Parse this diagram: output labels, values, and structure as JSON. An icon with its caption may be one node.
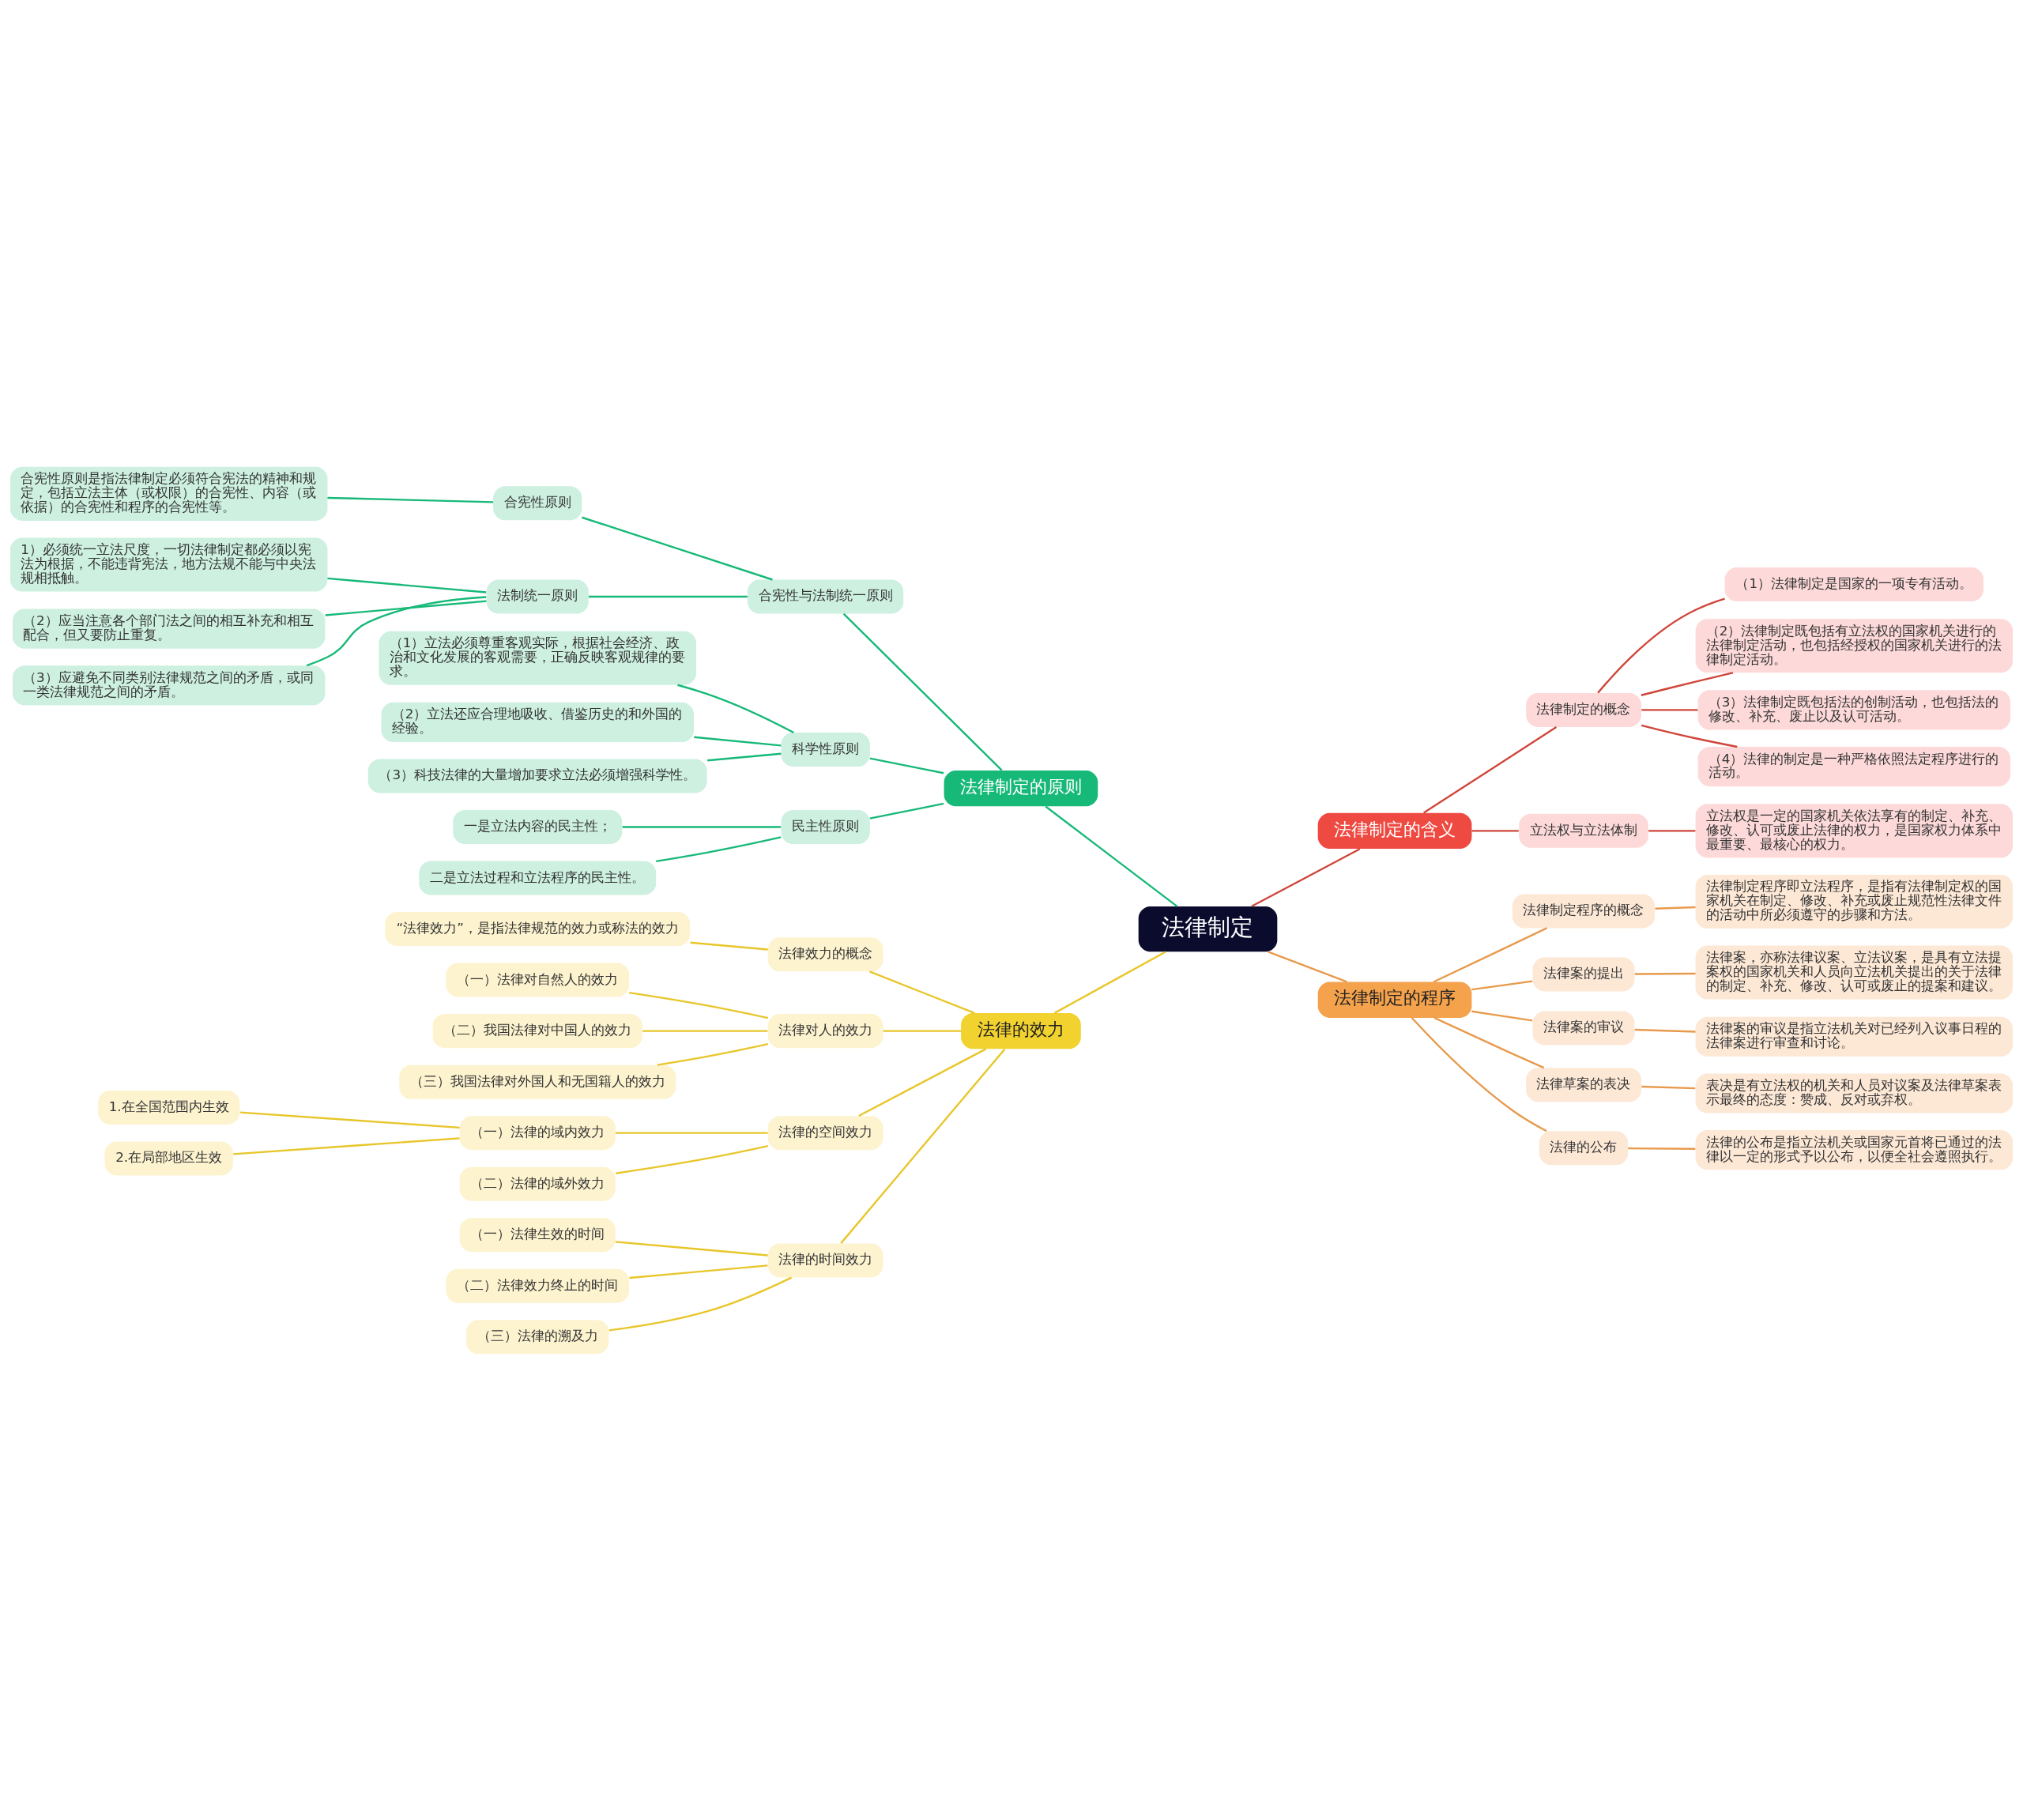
{
  "diagram": {
    "nodes": [
      {
        "text": [
          "法律制定"
        ]
      },
      {
        "text": [
          "法律制定的原则"
        ]
      },
      {
        "text": [
          "合宪性与法制统一原则"
        ]
      },
      {
        "text": [
          "合宪性原则"
        ]
      },
      {
        "text": [
          "合宪性原则是指法律制定必须符合宪法的精神和规定，包括立法主体（或权限）的合宪性、内容（或依据）的合宪性和程序的合宪性等。"
        ]
      },
      {
        "text": [
          "法制统一原则"
        ]
      },
      {
        "text": [
          "1）必须统一立法尺度，一切法律制定都必须以宪法为根据，不能违背宪法，地方法规不能与中央法规相抵触。"
        ]
      },
      {
        "text": [
          "（2）应当注意各个部门法之间的相互补充和相互配合，但又要防止重复。"
        ]
      },
      {
        "text": [
          "（3）应避免不同类别法律规范之间的矛盾，或同一类法律规范之间的矛盾。"
        ]
      },
      {
        "text": [
          "科学性原则"
        ]
      },
      {
        "text": [
          "（1）立法必须尊重客观实际，根据社会经济、政治和文化发展的客观需要，正确反映客观规律的要求。"
        ]
      },
      {
        "text": [
          "（2）立法还应合理地吸收、借鉴历史的和外国的经验。"
        ]
      },
      {
        "text": [
          "（3）科技法律的大量增加要求立法必须增强科学性。"
        ]
      },
      {
        "text": [
          "民主性原则"
        ]
      },
      {
        "text": [
          "一是立法内容的民主性；"
        ]
      },
      {
        "text": [
          "二是立法过程和立法程序的民主性。"
        ]
      },
      {
        "text": [
          "法律制定的含义"
        ]
      },
      {
        "text": [
          "法律制定的概念"
        ]
      },
      {
        "text": [
          "（1）法律制定是国家的一项专有活动。"
        ]
      },
      {
        "text": [
          "（2）法律制定既包括有立法权的国家机关进行的法律制定活动，也包括经授权的国家机关进行的法律制定活动。"
        ]
      },
      {
        "text": [
          "（3）法律制定既包括法的创制活动，也包括法的修改、补充、废止以及认可活动。"
        ]
      },
      {
        "text": [
          "（4）法律的制定是一种严格依照法定程序进行的活动。"
        ]
      },
      {
        "text": [
          "立法权与立法体制"
        ]
      },
      {
        "text": [
          "立法权是一定的国家机关依法享有的制定、补充、修改、认可或废止法律的权力，是国家权力体系中最重要、最核心的权力。"
        ]
      },
      {
        "text": [
          "法律的效力"
        ]
      },
      {
        "text": [
          "法律效力的概念"
        ]
      },
      {
        "text": [
          "“法律效力”，是指法律规范的效力或称法的效力"
        ]
      },
      {
        "text": [
          "法律对人的效力"
        ]
      },
      {
        "text": [
          "（一）法律对自然人的效力"
        ]
      },
      {
        "text": [
          "（二）我国法律对中国人的效力"
        ]
      },
      {
        "text": [
          "（三）我国法律对外国人和无国籍人的效力"
        ]
      },
      {
        "text": [
          "法律的空间效力"
        ]
      },
      {
        "text": [
          "（一）法律的域内效力"
        ]
      },
      {
        "text": [
          "1.在全国范围内生效"
        ]
      },
      {
        "text": [
          "2.在局部地区生效"
        ]
      },
      {
        "text": [
          "（二）法律的域外效力"
        ]
      },
      {
        "text": [
          "法律的时间效力"
        ]
      },
      {
        "text": [
          "（一）法律生效的时间"
        ]
      },
      {
        "text": [
          "（二）法律效力终止的时间"
        ]
      },
      {
        "text": [
          "（三）法律的溯及力"
        ]
      },
      {
        "text": [
          "法律制定的程序"
        ]
      },
      {
        "text": [
          "法律制定程序的概念"
        ]
      },
      {
        "text": [
          "法律制定程序即立法程序，是指有法律制定权的国家机关在制定、修改、补充或废止规范性法律文件的活动中所必须遵守的步骤和方法。"
        ]
      },
      {
        "text": [
          "法律案的提出"
        ]
      },
      {
        "text": [
          "法律案，亦称法律议案、立法议案，是具有立法提案权的国家机关和人员向立法机关提出的关于法律的制定、补充、修改、认可或废止的提案和建议。"
        ]
      },
      {
        "text": [
          "法律案的审议"
        ]
      },
      {
        "text": [
          "法律案的审议是指立法机关对已经列入议事日程的法律案进行审查和讨论。"
        ]
      },
      {
        "text": [
          "法律草案的表决"
        ]
      },
      {
        "text": [
          "表决是有立法权的机关和人员对议案及法律草案表示最终的态度：赞成、反对或弃权。"
        ]
      },
      {
        "text": [
          "法律的公布"
        ]
      },
      {
        "text": [
          "法律的公布是指立法机关或国家元首将已通过的法律以一定的形式予以公布，以便全社会遵照执行。"
        ]
      }
    ],
    "edges": [
      {
        "from": 0,
        "to": 1,
        "arrow": "none",
        "color": "#17b978"
      },
      {
        "from": 1,
        "to": 2,
        "arrow": "none",
        "color": "#17b978"
      },
      {
        "from": 2,
        "to": 3,
        "arrow": "none",
        "color": "#17b978"
      },
      {
        "from": 3,
        "to": 4,
        "arrow": "none",
        "color": "#17b978"
      },
      {
        "from": 2,
        "to": 5,
        "arrow": "none",
        "color": "#17b978"
      },
      {
        "from": 5,
        "to": 6,
        "arrow": "none",
        "color": "#17b978"
      },
      {
        "from": 5,
        "to": 7,
        "arrow": "none",
        "color": "#17b978"
      },
      {
        "from": 5,
        "to": 8,
        "arrow": "none",
        "color": "#17b978"
      },
      {
        "from": 1,
        "to": 9,
        "arrow": "none",
        "color": "#17b978"
      },
      {
        "from": 9,
        "to": 10,
        "arrow": "none",
        "color": "#17b978"
      },
      {
        "from": 9,
        "to": 11,
        "arrow": "none",
        "color": "#17b978"
      },
      {
        "from": 9,
        "to": 12,
        "arrow": "none",
        "color": "#17b978"
      },
      {
        "from": 1,
        "to": 13,
        "arrow": "none",
        "color": "#17b978"
      },
      {
        "from": 13,
        "to": 14,
        "arrow": "none",
        "color": "#17b978"
      },
      {
        "from": 13,
        "to": 15,
        "arrow": "none",
        "color": "#17b978"
      },
      {
        "from": 0,
        "to": 16,
        "arrow": "none",
        "color": "#d0453a"
      },
      {
        "from": 16,
        "to": 17,
        "arrow": "none",
        "color": "#d0453a"
      },
      {
        "from": 17,
        "to": 18,
        "arrow": "none",
        "color": "#d0453a"
      },
      {
        "from": 17,
        "to": 19,
        "arrow": "none",
        "color": "#d0453a"
      },
      {
        "from": 17,
        "to": 20,
        "arrow": "none",
        "color": "#d0453a"
      },
      {
        "from": 17,
        "to": 21,
        "arrow": "none",
        "color": "#d0453a"
      },
      {
        "from": 16,
        "to": 22,
        "arrow": "none",
        "color": "#d0453a"
      },
      {
        "from": 22,
        "to": 23,
        "arrow": "none",
        "color": "#d0453a"
      },
      {
        "from": 0,
        "to": 24,
        "arrow": "none",
        "color": "#e8c62a"
      },
      {
        "from": 24,
        "to": 25,
        "arrow": "none",
        "color": "#e8c62a"
      },
      {
        "from": 25,
        "to": 26,
        "arrow": "none",
        "color": "#e8c62a"
      },
      {
        "from": 24,
        "to": 27,
        "arrow": "none",
        "color": "#e8c62a"
      },
      {
        "from": 27,
        "to": 28,
        "arrow": "none",
        "color": "#e8c62a"
      },
      {
        "from": 27,
        "to": 29,
        "arrow": "none",
        "color": "#e8c62a"
      },
      {
        "from": 27,
        "to": 30,
        "arrow": "none",
        "color": "#e8c62a"
      },
      {
        "from": 24,
        "to": 31,
        "arrow": "none",
        "color": "#e8c62a"
      },
      {
        "from": 31,
        "to": 32,
        "arrow": "none",
        "color": "#e8c62a"
      },
      {
        "from": 32,
        "to": 33,
        "arrow": "none",
        "color": "#e8c62a"
      },
      {
        "from": 32,
        "to": 34,
        "arrow": "none",
        "color": "#e8c62a"
      },
      {
        "from": 31,
        "to": 35,
        "arrow": "none",
        "color": "#e8c62a"
      },
      {
        "from": 24,
        "to": 36,
        "arrow": "none",
        "color": "#e8c62a"
      },
      {
        "from": 36,
        "to": 37,
        "arrow": "none",
        "color": "#e8c62a"
      },
      {
        "from": 36,
        "to": 38,
        "arrow": "none",
        "color": "#e8c62a"
      },
      {
        "from": 36,
        "to": 39,
        "arrow": "none",
        "color": "#e8c62a"
      },
      {
        "from": 0,
        "to": 40,
        "arrow": "none",
        "color": "#e89a4c"
      },
      {
        "from": 40,
        "to": 41,
        "arrow": "none",
        "color": "#e89a4c"
      },
      {
        "from": 41,
        "to": 42,
        "arrow": "none",
        "color": "#e89a4c"
      },
      {
        "from": 40,
        "to": 43,
        "arrow": "none",
        "color": "#e89a4c"
      },
      {
        "from": 43,
        "to": 44,
        "arrow": "none",
        "color": "#e89a4c"
      },
      {
        "from": 40,
        "to": 45,
        "arrow": "none",
        "color": "#e89a4c"
      },
      {
        "from": 45,
        "to": 46,
        "arrow": "none",
        "color": "#e89a4c"
      },
      {
        "from": 40,
        "to": 47,
        "arrow": "none",
        "color": "#e89a4c"
      },
      {
        "from": 47,
        "to": 48,
        "arrow": "none",
        "color": "#e89a4c"
      },
      {
        "from": 40,
        "to": 49,
        "arrow": "none",
        "color": "#e89a4c"
      },
      {
        "from": 49,
        "to": 50,
        "arrow": "none",
        "color": "#e89a4c"
      }
    ]
  }
}
